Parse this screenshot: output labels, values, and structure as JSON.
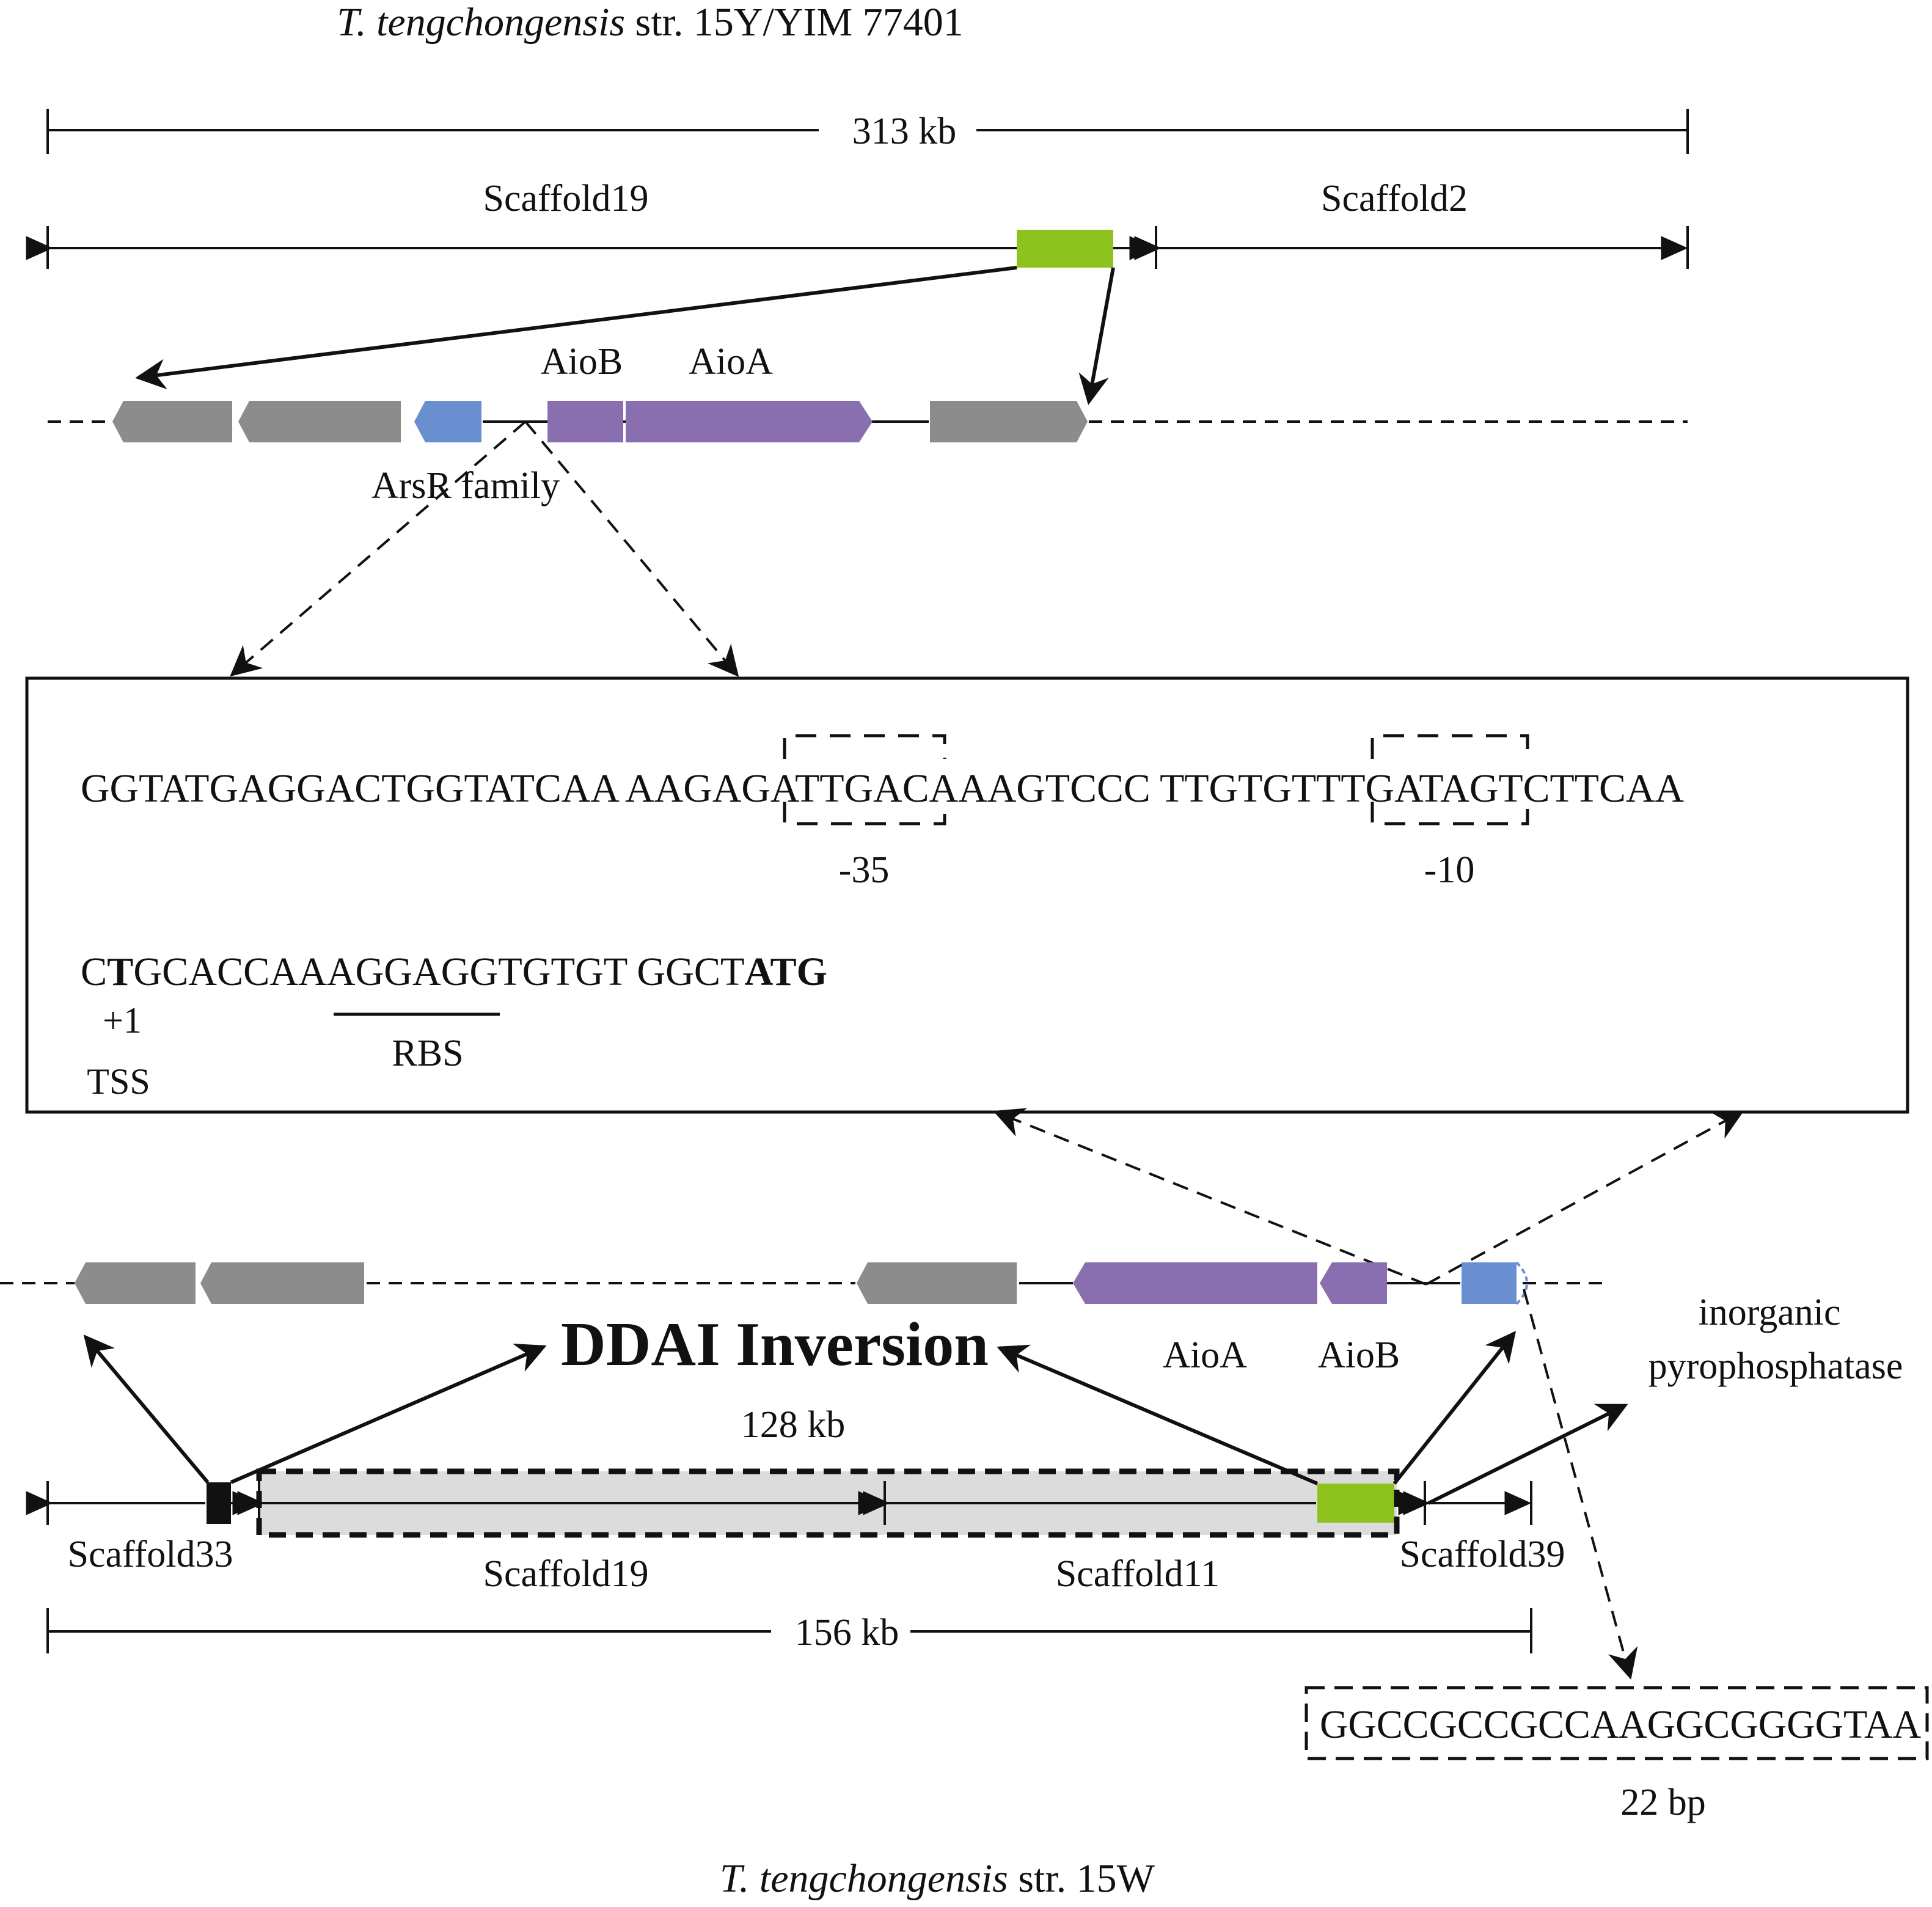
{
  "colors": {
    "green": "#8dc21f",
    "gray": "#8c8c8c",
    "blue": "#6a8fd0",
    "purple": "#8a6fb0",
    "highlight": "#0ea0dc",
    "shade": "#dcdcdc"
  },
  "top": {
    "strain_italic": "T. tengchongensis",
    "strain_rest": " str. 15Y/YIM 77401",
    "span_label": "313 kb",
    "scaffold_left": "Scaffold19",
    "scaffold_right": "Scaffold2",
    "gene_aiob": "AioB",
    "gene_aioa": "AioA",
    "gene_arsr": "ArsR family"
  },
  "promoter": {
    "seq_line1": "GGTATGAGGACTGGTATCAA AAGAGATTGACAAAGTCCC TTGTGTTTGATAGTCTTCAA",
    "box_minus35_label": "-35",
    "box_minus10_label": "-10",
    "seq2_c": "C",
    "seq2_t": "T",
    "seq2_mid": "GCACCAAAGGAGGTGTGT GGCT",
    "seq2_atg": "ATG",
    "tss_pos": "+1",
    "tss_label": "TSS",
    "rbs_label": "RBS"
  },
  "bottom": {
    "gene_aioa": "AioA",
    "gene_aiob": "AioB",
    "inversion_label": "DDAI Inversion",
    "inversion_size": "128 kb",
    "pyro_line1": "inorganic",
    "pyro_line2": "pyrophosphatase",
    "scaffold33": "Scaffold33",
    "scaffold19": "Scaffold19",
    "scaffold11": "Scaffold11",
    "scaffold39": "Scaffold39",
    "span_label": "156 kb",
    "repeat_seq": "GGCCGCCGCCAAGGCGGGGTAA",
    "repeat_len": "22 bp",
    "strain_italic": "T. tengchongensis",
    "strain_rest": " str. 15W"
  }
}
